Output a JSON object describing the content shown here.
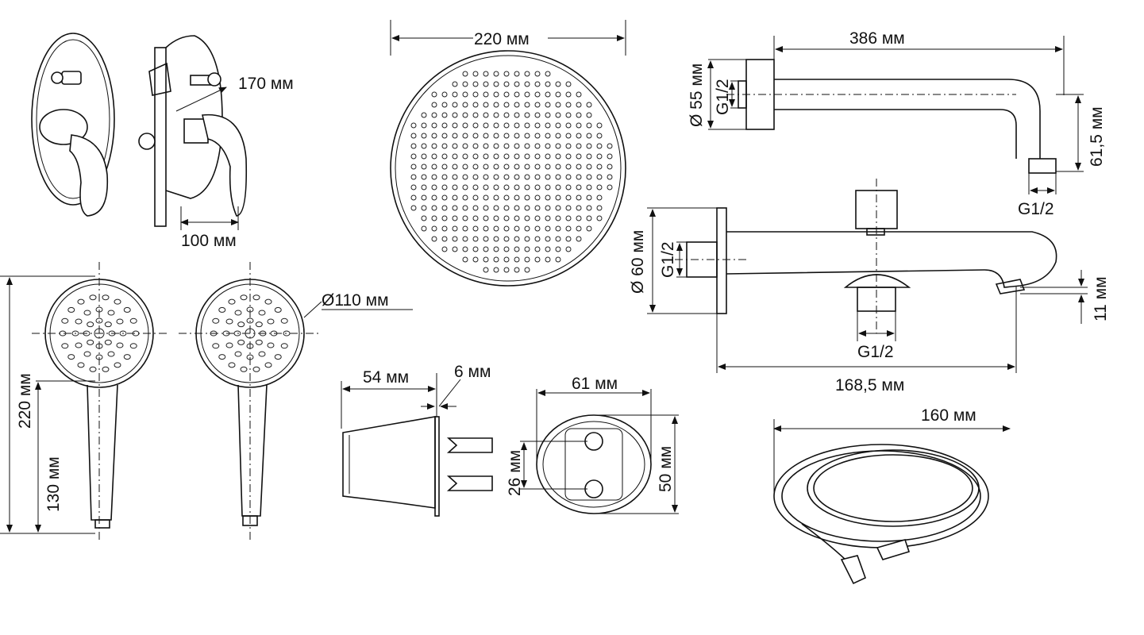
{
  "labels": {
    "mixer_depth": "170 мм",
    "mixer_width": "100 мм",
    "rain_head_diameter": "220 мм",
    "arm_length": "386 мм",
    "arm_flange_diameter": "Ø 55 мм",
    "arm_thread_wall": "G1/2",
    "arm_drop": "61,5 мм",
    "arm_thread_outlet": "G1/2",
    "spout_flange_diameter": "Ø 60 мм",
    "spout_thread_wall": "G1/2",
    "spout_outlet_height": "11 мм",
    "spout_thread_bottom": "G1/2",
    "spout_length": "168,5 мм",
    "hand_shower_diameter": "Ø110 мм",
    "hand_shower_length": "220 мм",
    "hand_shower_handle": "130 мм",
    "holder_depth": "54 мм",
    "holder_base": "6 мм",
    "holder_width": "61 мм",
    "holder_hole_spacing": "26 мм",
    "holder_height": "50 мм",
    "hose_length": "160 мм"
  },
  "colors": {
    "line": "#111111",
    "background": "#ffffff"
  }
}
